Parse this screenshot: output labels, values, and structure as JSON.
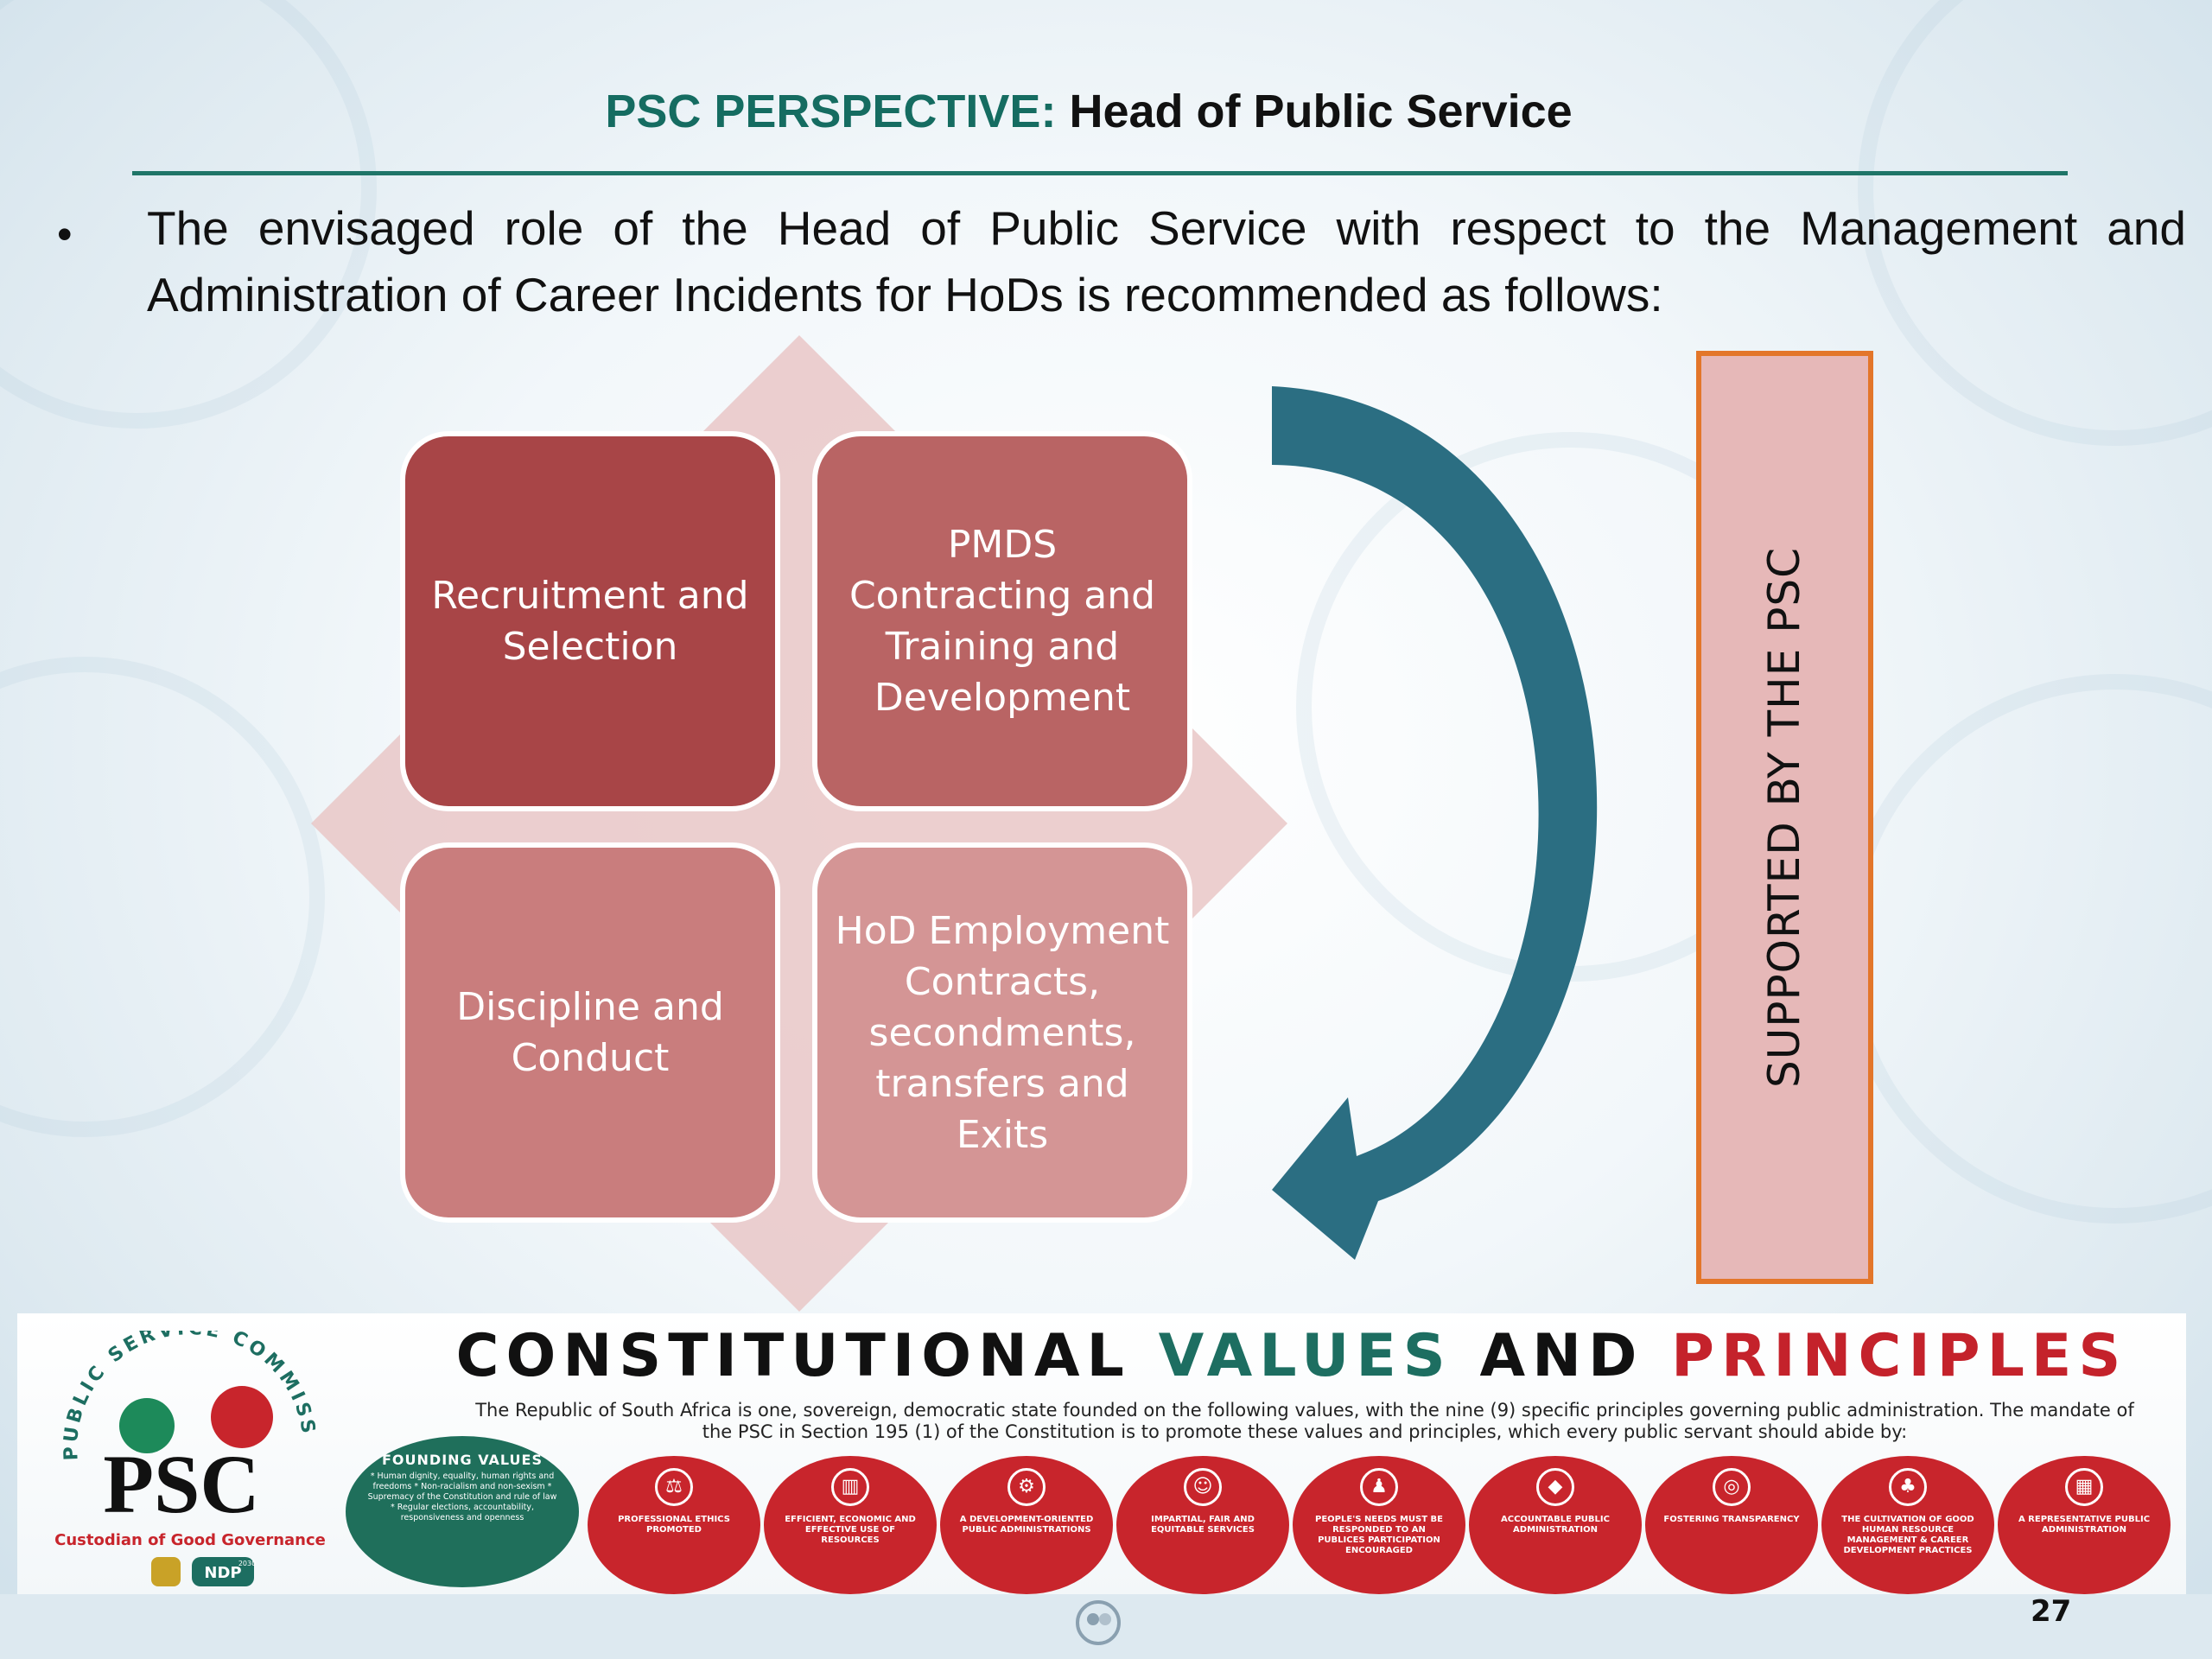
{
  "header": {
    "title_accent": "PSC PERSPECTIVE:",
    "title_main": "Head of Public Service"
  },
  "body": {
    "bullet": "•",
    "text": "The envisaged role of the Head of Public Service with respect to the Management and Administration of Career Incidents for HoDs is recommended as follows:"
  },
  "diagram": {
    "boxes": [
      {
        "label": "Recruitment and Selection",
        "color": "#a84547"
      },
      {
        "label": "PMDS Contracting and Training and Development",
        "color": "#b96464"
      },
      {
        "label": "Discipline and Conduct",
        "color": "#c97d7d"
      },
      {
        "label": "HoD Employment Contracts, secondments, transfers and Exits",
        "color": "#d49595"
      }
    ],
    "support_label": "SUPPORTED BY THE PSC",
    "arrow_color": "#2b6e82",
    "support_border_color": "#e3762a"
  },
  "banner": {
    "logo_ring_text": "PUBLIC SERVICE COMMISSION",
    "logo_letters": "PSC",
    "logo_tagline": "Custodian of Good Governance",
    "ndp_label": "NDP",
    "ndp_year": "2030",
    "title_part1": "CONSTITUTIONAL",
    "title_part2": "VALUES",
    "title_part3": "AND",
    "title_part4": "PRINCIPLES",
    "description": "The Republic of South Africa is one, sovereign, democratic state founded on the following values, with the nine (9) specific principles governing public administration. The mandate of the PSC in Section 195 (1) of the Constitution is to promote these values and principles, which every public servant should abide by:",
    "founding_title": "FOUNDING VALUES",
    "founding_body": "* Human dignity, equality, human rights and freedoms * Non-racialism and non-sexism * Supremacy of the Constitution and rule of law * Regular elections, accountability, responsiveness and openness",
    "principles": [
      {
        "label": "PROFESSIONAL ETHICS PROMOTED",
        "icon": "⚖"
      },
      {
        "label": "EFFICIENT, ECONOMIC AND EFFECTIVE USE OF RESOURCES",
        "icon": "▥"
      },
      {
        "label": "A DEVELOPMENT-ORIENTED PUBLIC ADMINISTRATIONS",
        "icon": "⚙"
      },
      {
        "label": "IMPARTIAL, FAIR AND EQUITABLE SERVICES",
        "icon": "☺"
      },
      {
        "label": "PEOPLE'S NEEDS MUST BE RESPONDED TO AN PUBLICES PARTICIPATION ENCOURAGED",
        "icon": "♟"
      },
      {
        "label": "ACCOUNTABLE PUBLIC ADMINISTRATION",
        "icon": "◆"
      },
      {
        "label": "FOSTERING TRANSPARENCY",
        "icon": "◎"
      },
      {
        "label": "THE CULTIVATION OF GOOD HUMAN RESOURCE MANAGEMENT & CAREER DEVELOPMENT PRACTICES",
        "icon": "♣"
      },
      {
        "label": "A REPRESENTATIVE PUBLIC ADMINISTRATION",
        "icon": "▦"
      }
    ]
  },
  "footer": {
    "page_number": "27"
  }
}
